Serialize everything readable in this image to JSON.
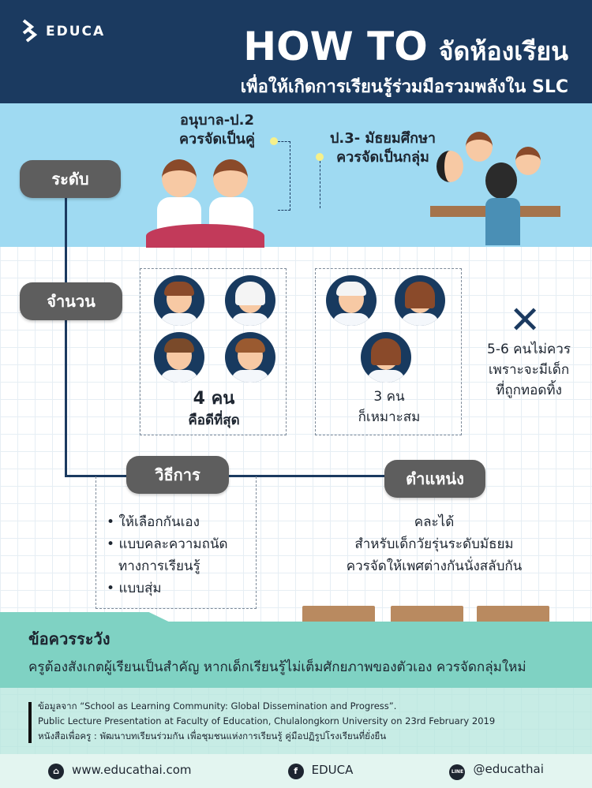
{
  "header": {
    "logo": "EDUCA",
    "title_en": "HOW TO",
    "title_th": "จัดห้องเรียน",
    "subtitle": "เพื่อให้เกิดการเรียนรู้ร่วมมือรวมพลังใน SLC"
  },
  "level": {
    "label": "ระดับ",
    "young_line1": "อนุบาล-ป.2",
    "young_line2": "ควรจัดเป็นคู่",
    "older_line1": "ป.3- มัธยมศึกษา",
    "older_line2": "ควรจัดเป็นกลุ่ม"
  },
  "count": {
    "label": "จำนวน",
    "best_count": "4 คน",
    "best_desc": "คือดีที่สุด",
    "ok_count": "3 คน",
    "ok_desc": "ก็เหมาะสม",
    "bad_line1": "5-6 คนไม่ควร",
    "bad_line2": "เพราะจะมีเด็ก",
    "bad_line3": "ที่ถูกทอดทิ้ง",
    "bad_icon": "x-icon"
  },
  "method": {
    "label": "วิธีการ",
    "items": [
      "ให้เลือกกันเอง",
      "แบบคละความถนัด",
      "ทางการเรียนรู้",
      "แบบสุ่ม"
    ]
  },
  "position": {
    "label": "ตำแหน่ง",
    "line1": "คละได้",
    "line2": "สำหรับเด็กวัยรุ่นระดับมัธยม",
    "line3": "ควรจัดให้เพศต่างกันนั่งสลับกัน"
  },
  "caution": {
    "title": "ข้อควรระวัง",
    "text": "ครูต้องสังเกตผู้เรียนเป็นสำคัญ หากเด็กเรียนรู้ไม่เต็มศักยภาพของตัวเอง ควรจัดกลุ่มใหม่"
  },
  "references": [
    "ข้อมูลจาก “School as Learning Community: Global Dissemination and Progress”.",
    "Public Lecture Presentation at Faculty of Education, Chulalongkorn University on 23rd February 2019",
    "หนังสือเพื่อครู : พัฒนาบทเรียนร่วมกัน เพื่อชุมชนแห่งการเรียนรู้ คู่มือปฏิรูปโรงเรียนที่ยั่งยืน"
  ],
  "footer": {
    "website": "www.educathai.com",
    "facebook": "EDUCA",
    "line": "@educathai",
    "fb_glyph": "f",
    "line_glyph": "LINE",
    "home_glyph": "⌂"
  },
  "colors": {
    "navy": "#1b3a60",
    "sky": "#9fdaf2",
    "pill": "#5e5e5e",
    "teal": "#7fd2c3"
  }
}
